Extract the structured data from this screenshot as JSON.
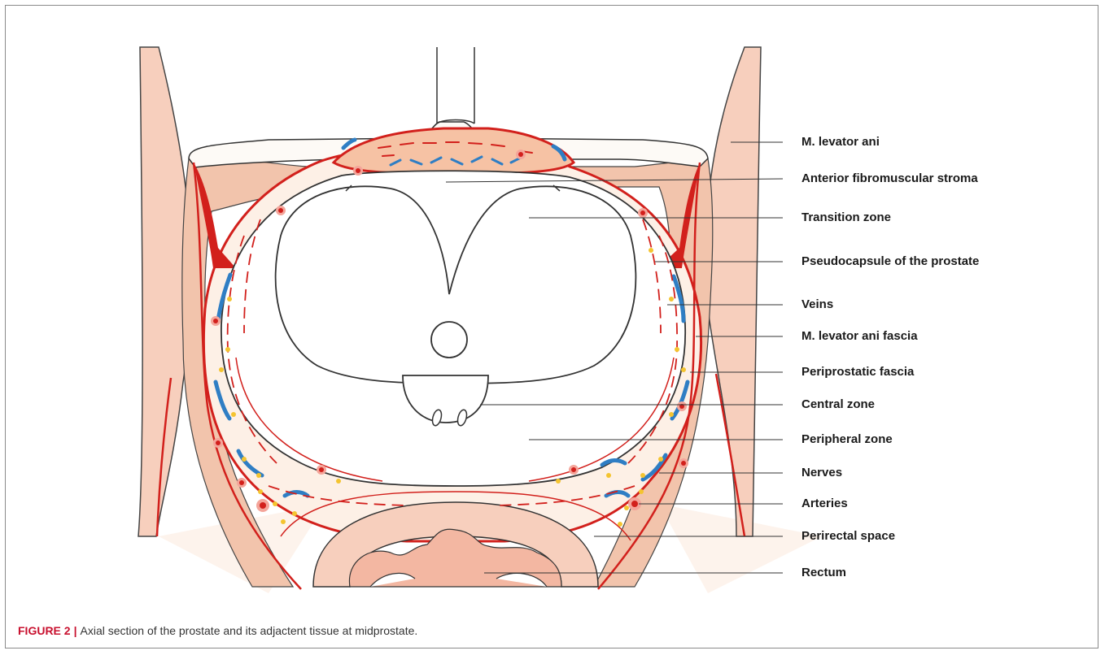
{
  "labels": {
    "levator_ani": "M. levator ani",
    "afms": "Anterior fibromuscular stroma",
    "transition_zone": "Transition zone",
    "pseudocapsule": "Pseudocapsule of the prostate",
    "veins": "Veins",
    "levator_fascia": "M. levator ani fascia",
    "periprostatic_fascia": "Periprostatic fascia",
    "central_zone": "Central zone",
    "peripheral_zone": "Peripheral zone",
    "nerves": "Nerves",
    "arteries": "Arteries",
    "perirectal_space": "Perirectal space",
    "rectum": "Rectum"
  },
  "caption": {
    "figure_number": "FIGURE 2",
    "separator": "|",
    "text": "Axial section of the prostate and its adjactent tissue at midprostate."
  },
  "colors": {
    "muscle": "#f7cfbd",
    "fascia_red": "#d2201c",
    "vein_blue": "#2f7ec4",
    "nerve_yellow": "#f4c430",
    "fat": "#fdf0e6",
    "outline": "#333333"
  }
}
